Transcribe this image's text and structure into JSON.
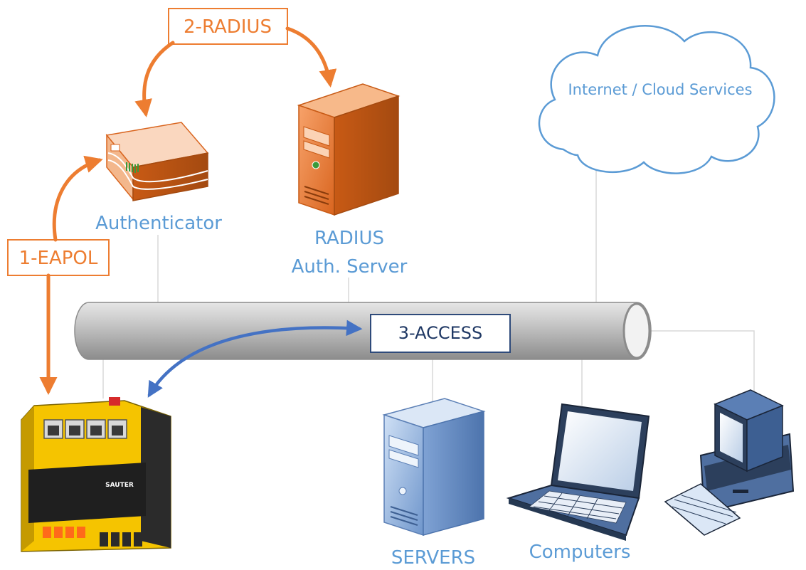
{
  "labels": {
    "radius_step": "2-RADIUS",
    "eapol_step": "1-EAPOL",
    "access_step": "3-ACCESS",
    "authenticator": "Authenticator",
    "radius_server_line1": "RADIUS",
    "radius_server_line2": "Auth. Server",
    "cloud": "Internet / Cloud Services",
    "servers": "SERVERS",
    "computers": "Computers"
  },
  "device_text": {
    "brand": "SAUTER"
  },
  "colors": {
    "orange_accent": "#ed7d31",
    "blue_accent": "#5b9bd5",
    "access_arrow": "#4472c4",
    "pipe": "#bfbfbf",
    "device_yellow": "#f5c400"
  },
  "icons": {
    "authenticator": "network-switch-icon",
    "radius_server": "tower-server-icon",
    "cloud": "cloud-icon",
    "servers": "tower-server-icon",
    "laptop": "laptop-icon",
    "desktop": "desktop-computer-icon",
    "controller": "sauter-controller-icon"
  }
}
